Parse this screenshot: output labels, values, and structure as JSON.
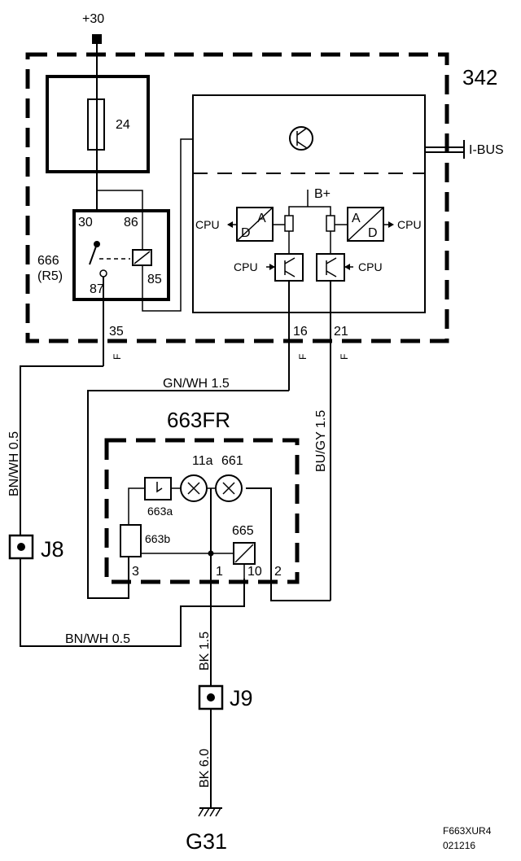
{
  "supply": {
    "label": "+30"
  },
  "ecu": {
    "label": "342",
    "ibus_label": "I-BUS",
    "bplus_label": "B+",
    "cpu_label": "CPU",
    "a_label": "A",
    "d_label": "D"
  },
  "fuse": {
    "label": "24"
  },
  "relay": {
    "label": "666",
    "sublabel": "(R5)",
    "pin30": "30",
    "pin86": "86",
    "pin87": "87",
    "pin85": "85"
  },
  "pins": {
    "p35": "35",
    "p16": "16",
    "p21": "21",
    "f": "F"
  },
  "wires": {
    "gnwh": "GN/WH 1.5",
    "bnwh_v": "BN/WH 0.5",
    "bnwh_h": "BN/WH 0.5",
    "bugy": "BU/GY 1.5",
    "bk15": "BK 1.5",
    "bk60": "BK 6.0"
  },
  "lamp_unit": {
    "label": "663FR",
    "l11a": "11a",
    "l661": "661",
    "l663a": "663a",
    "l663b": "663b",
    "l665": "665",
    "pin3": "3",
    "pin1": "1",
    "pin10": "10",
    "pin2": "2"
  },
  "connectors": {
    "j8": "J8",
    "j9": "J9"
  },
  "ground": {
    "label": "G31"
  },
  "footer": {
    "code": "F663XUR4",
    "date": "021216"
  }
}
